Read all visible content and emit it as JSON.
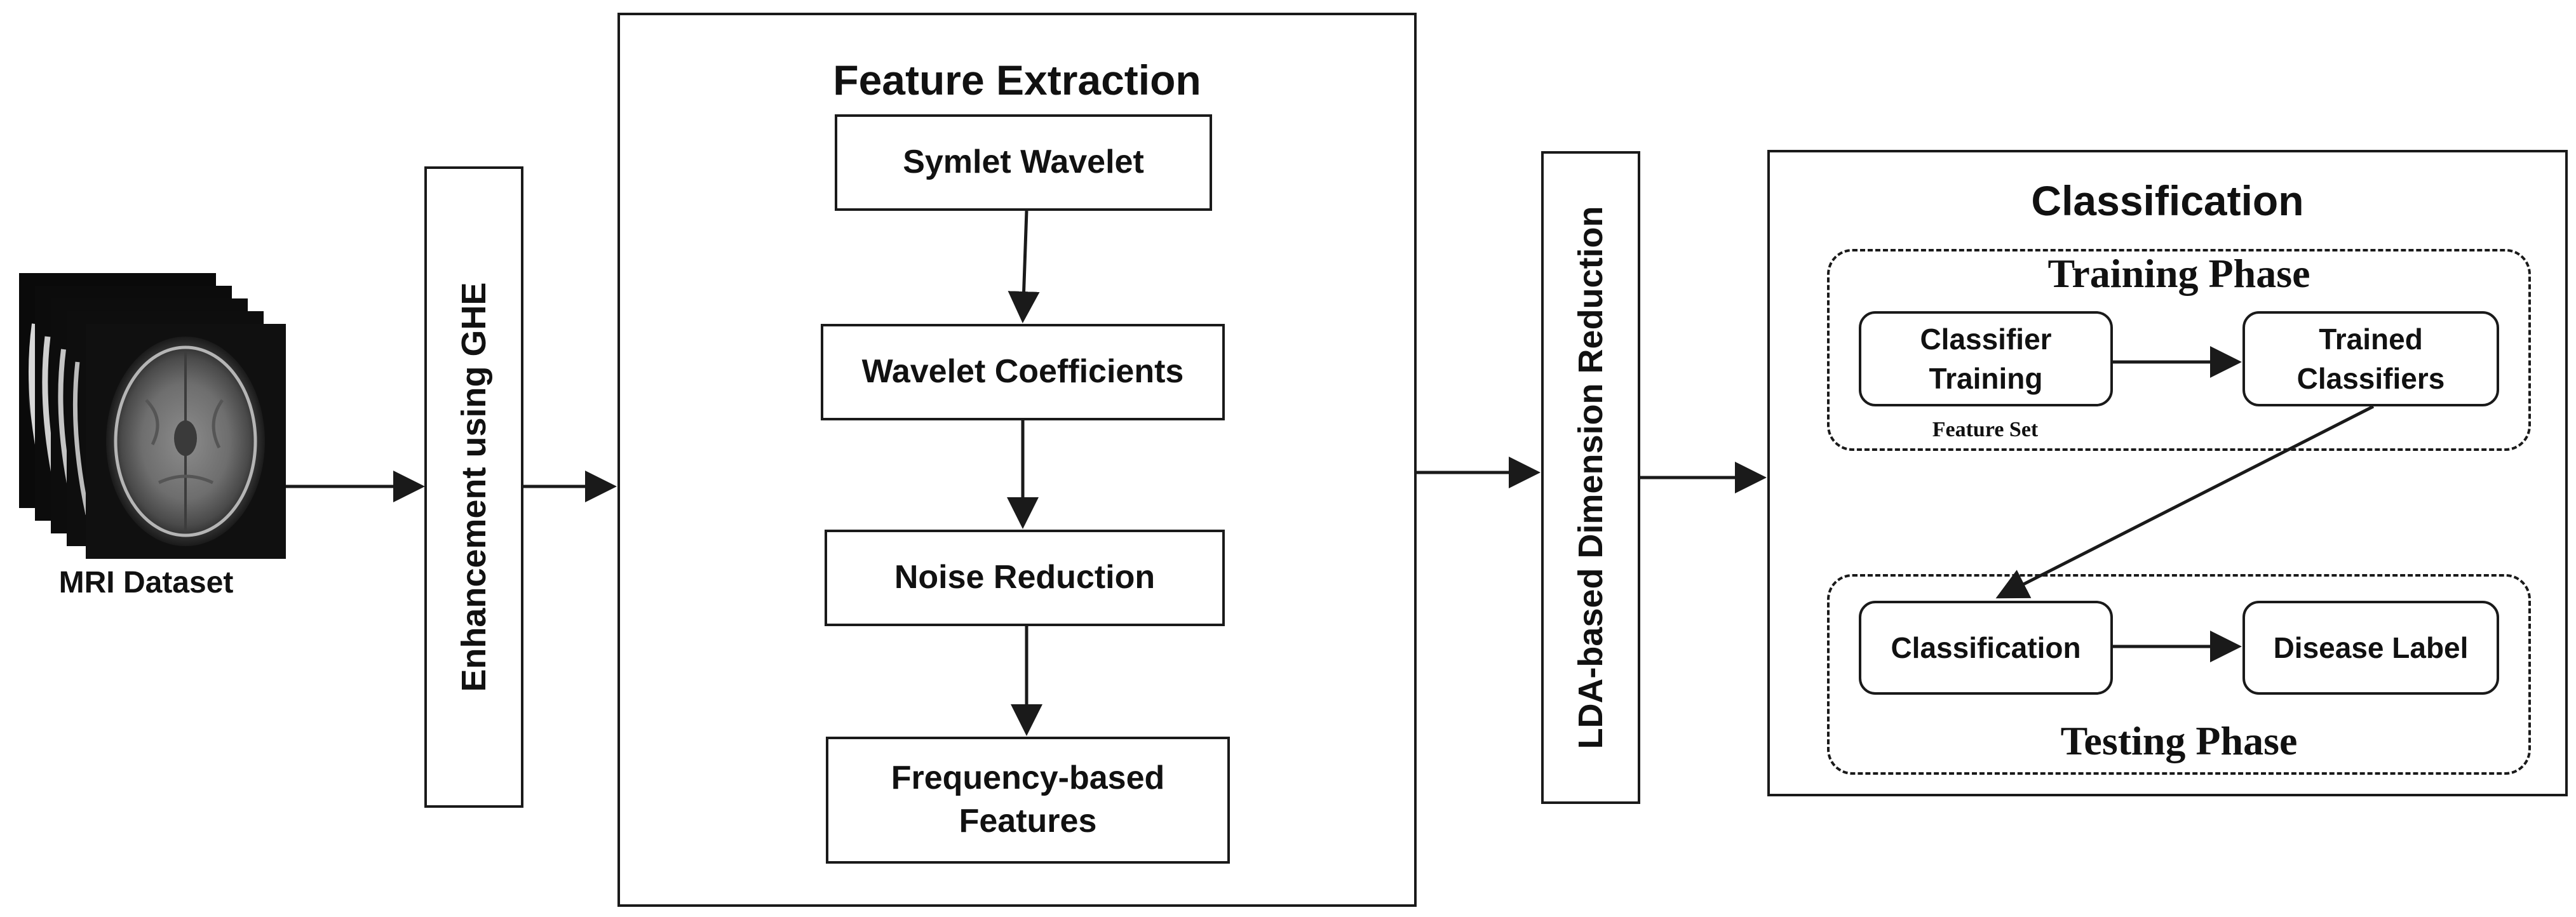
{
  "input": {
    "label": "MRI Dataset"
  },
  "enhancement": {
    "label": "Enhancement using GHE"
  },
  "feature_extraction": {
    "title": "Feature Extraction",
    "steps": [
      "Symlet Wavelet",
      "Wavelet Coefficients",
      "Noise Reduction",
      "Frequency-based Features"
    ]
  },
  "dimension_reduction": {
    "label": "LDA-based Dimension Reduction"
  },
  "classification": {
    "title": "Classification",
    "training": {
      "title": "Training Phase",
      "classifier_training": "Classifier Training",
      "trained_classifiers": "Trained Classifiers",
      "feature_set": "Feature Set"
    },
    "testing": {
      "title": "Testing Phase",
      "classification": "Classification",
      "disease_label": "Disease Label"
    }
  },
  "colors": {
    "stroke": "#1a1a1a",
    "background": "#ffffff"
  }
}
